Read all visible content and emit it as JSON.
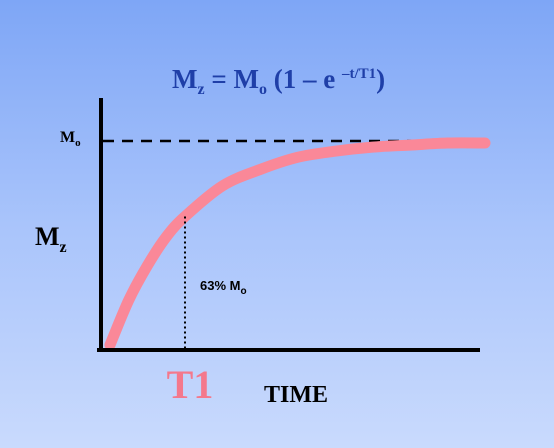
{
  "chart_data": {
    "type": "line",
    "title": {
      "lhs_main": "M",
      "lhs_sub": "z",
      "equals": " = ",
      "rhs_main": "M",
      "rhs_sub": "o",
      "rest": " (1 – e ",
      "exponent": "–t/T1",
      "close": ")"
    },
    "ylabel": {
      "main": "M",
      "sub": "z"
    },
    "xlabel": "TIME",
    "asymptote_label": {
      "main": "M",
      "sub": "o"
    },
    "annotation": {
      "main": "63% M",
      "sub": "o"
    },
    "t1_label": "T1",
    "asymptote_value": 1.0,
    "t1_fraction": 0.63,
    "x_range": [
      0,
      5
    ],
    "y_range": [
      0,
      1
    ],
    "series": [
      {
        "x": [
          0,
          0.25,
          0.5,
          0.75,
          1,
          1.5,
          2,
          2.5,
          3,
          3.5,
          4,
          4.5,
          5
        ],
        "values": [
          0,
          0.22,
          0.39,
          0.53,
          0.63,
          0.78,
          0.86,
          0.92,
          0.95,
          0.97,
          0.98,
          0.99,
          0.99
        ]
      }
    ],
    "colors": {
      "curve": "#fa8898",
      "title": "#1f3fa8",
      "t1": "#f4788c",
      "axes": "#000000"
    }
  }
}
